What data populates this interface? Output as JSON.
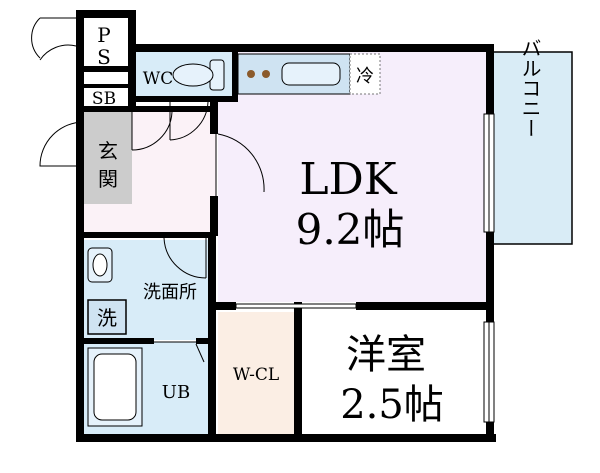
{
  "rooms": {
    "ps_line1": "P",
    "ps_line2": "S",
    "wc": "WC",
    "sb": "SB",
    "genkan_line1": "玄",
    "genkan_line2": "関",
    "ldk_type": "LDK",
    "ldk_size": "9.2帖",
    "fridge": "冷",
    "balcony": "バルコニー",
    "washroom": "洗面所",
    "washer": "洗",
    "ub": "UB",
    "wcl": "W-CL",
    "western_type": "洋室",
    "western_size": "2.5帖"
  },
  "colors": {
    "wall": "#000000",
    "ldk": "#f6eefb",
    "kitchen": "#cfe3f2",
    "wet": "#d8ecf8",
    "genkan": "#cccccc",
    "closet": "#fbeee4",
    "balcony": "#d9ecf6",
    "hall": "#fbf2f7"
  }
}
